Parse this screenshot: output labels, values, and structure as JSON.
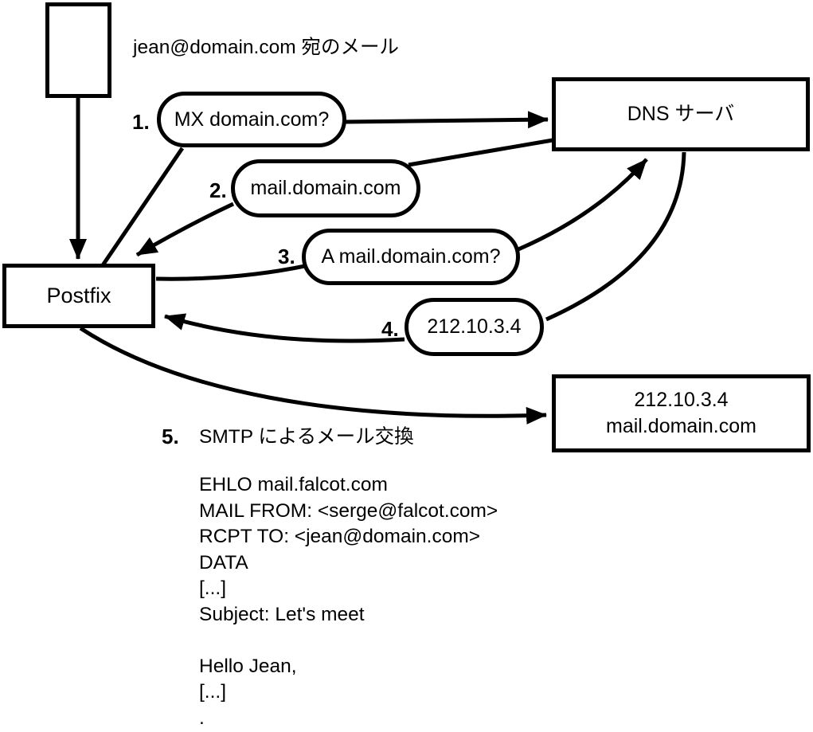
{
  "diagram": {
    "top_label": "jean@domain.com 宛のメール",
    "nodes": {
      "postfix": "Postfix",
      "dns_server": "DNS サーバ",
      "mail_server": {
        "line1": "212.10.3.4",
        "line2": "mail.domain.com"
      }
    },
    "steps": [
      {
        "num": "1.",
        "label": "MX domain.com?"
      },
      {
        "num": "2.",
        "label": "mail.domain.com"
      },
      {
        "num": "3.",
        "label": "A mail.domain.com?"
      },
      {
        "num": "4.",
        "label": "212.10.3.4"
      },
      {
        "num": "5.",
        "label": "SMTP によるメール交換"
      }
    ],
    "smtp_session": [
      "EHLO mail.falcot.com",
      "MAIL FROM: <serge@falcot.com>",
      "RCPT TO: <jean@domain.com>",
      "DATA",
      "[...]",
      "Subject: Let's meet",
      "",
      "Hello Jean,",
      "[...]",
      "."
    ]
  },
  "colors": {
    "stroke": "#000000",
    "background": "#ffffff"
  }
}
